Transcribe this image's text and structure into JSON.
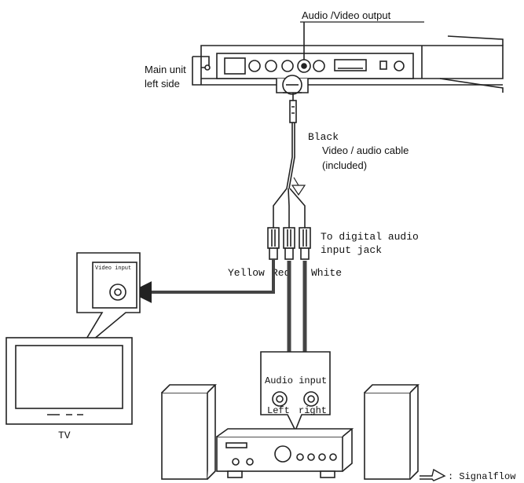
{
  "labels": {
    "av_output": "Audio /Video output",
    "main_unit_line1": "Main unit",
    "main_unit_line2": "left side",
    "black": "Black",
    "cable_line1": "Video / audio cable",
    "cable_line2": "(included)",
    "digital_line1": "To digital audio",
    "digital_line2": "input jack",
    "yellow": "Yellow",
    "red": "Red",
    "white": "White",
    "video_input": "Video input",
    "tv": "TV",
    "audio_input": "Audio input",
    "left": "Left",
    "right": "right",
    "signalflow": ": Signalflow"
  }
}
